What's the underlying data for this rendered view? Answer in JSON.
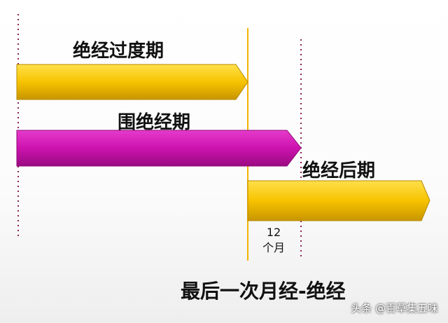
{
  "phases": {
    "perimenopause_transition": "绝经过度期",
    "perimenopause": "围绝经期",
    "postmenopause": "绝经后期"
  },
  "interval": {
    "number": "12",
    "unit": "个月"
  },
  "caption": "最后一次月经-绝经",
  "watermark": "头条 @百草集五味",
  "colors": {
    "gold_bar": "#F7C300",
    "magenta_bar": "#CC13AE",
    "marker_line": "#F2B400",
    "dotted_line": "#8B2252"
  }
}
